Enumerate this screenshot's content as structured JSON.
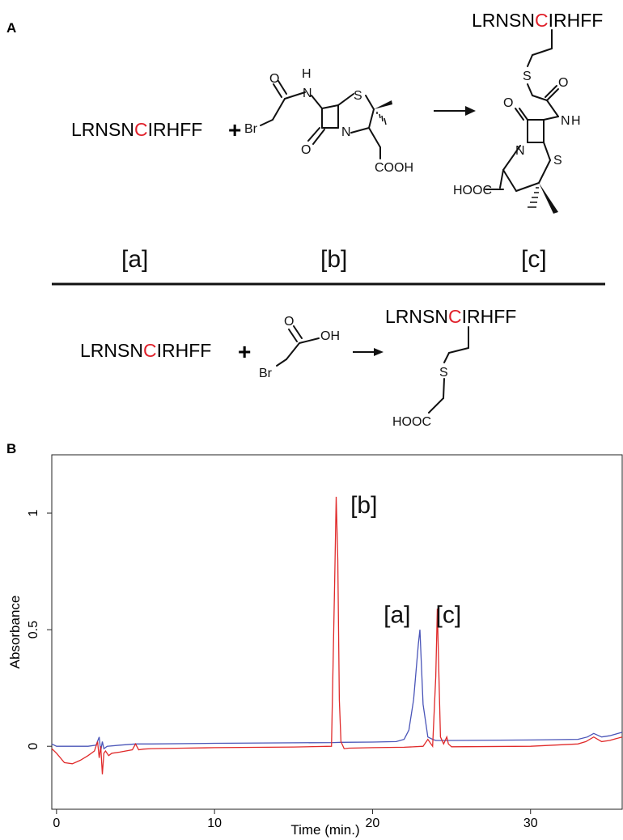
{
  "panel_a": {
    "label": "A",
    "peptide": {
      "before": "LRNSN",
      "cys": "C",
      "after": "IRHFF"
    },
    "plus": "+",
    "atoms": {
      "O": "O",
      "H": "H",
      "N": "N",
      "S": "S",
      "Br": "Br",
      "OH": "OH",
      "COOH": "COOH",
      "HOOC": "HOOC"
    },
    "tags": {
      "a": "[a]",
      "b": "[b]",
      "c": "[c]"
    },
    "colors": {
      "cys": "#e0202a",
      "ink": "#111111"
    }
  },
  "panel_b": {
    "label": "B"
  },
  "chart_data": {
    "type": "line",
    "xlabel": "Time (min.)",
    "ylabel": "Absorbance",
    "xlim": [
      -0.3,
      35.8
    ],
    "ylim": [
      -0.27,
      1.25
    ],
    "xticks": [
      0,
      10,
      20,
      30
    ],
    "yticks": [
      0,
      0.5,
      1
    ],
    "ytick_labels": [
      "0",
      "0.5",
      "1"
    ],
    "grid": false,
    "annotations": [
      {
        "text": "[b]",
        "x": 18.6,
        "y": 1.0
      },
      {
        "text": "[a]",
        "x": 20.7,
        "y": 0.53
      },
      {
        "text": "[c]",
        "x": 24.0,
        "y": 0.53
      }
    ],
    "series": [
      {
        "color": "#4a55b8",
        "x": [
          -0.3,
          0,
          1,
          2,
          2.5,
          2.7,
          2.8,
          2.9,
          3.0,
          3.2,
          4,
          5,
          5.2,
          6,
          10,
          15,
          17.5,
          18,
          20,
          21.5,
          22,
          22.3,
          22.6,
          22.9,
          23.0,
          23.2,
          23.5,
          23.8,
          24,
          25,
          30,
          33,
          33.6,
          34,
          34.5,
          35,
          35.8
        ],
        "y": [
          0.01,
          0.0,
          0.0,
          0.0,
          0.005,
          0.04,
          -0.02,
          0.02,
          -0.01,
          0.0,
          0.005,
          0.01,
          0.01,
          0.01,
          0.013,
          0.015,
          0.016,
          0.017,
          0.018,
          0.02,
          0.03,
          0.07,
          0.2,
          0.44,
          0.5,
          0.18,
          0.04,
          0.03,
          0.025,
          0.025,
          0.027,
          0.03,
          0.04,
          0.055,
          0.04,
          0.045,
          0.06
        ]
      },
      {
        "color": "#e02a2a",
        "x": [
          -0.3,
          0,
          0.5,
          1,
          1.5,
          2,
          2.4,
          2.6,
          2.7,
          2.8,
          2.9,
          3.0,
          3.1,
          3.3,
          3.5,
          4,
          4.8,
          5.0,
          5.2,
          5.5,
          6,
          8,
          10,
          15,
          17.4,
          17.6,
          17.7,
          17.8,
          17.9,
          18.0,
          18.2,
          18.5,
          20,
          22,
          23.2,
          23.5,
          23.8,
          24.0,
          24.1,
          24.2,
          24.3,
          24.5,
          24.7,
          24.8,
          25,
          30,
          33,
          33.5,
          34,
          34.5,
          35,
          35.8
        ],
        "y": [
          -0.01,
          -0.03,
          -0.07,
          -0.075,
          -0.06,
          -0.04,
          -0.02,
          0.02,
          -0.05,
          0.0,
          -0.12,
          -0.03,
          -0.02,
          -0.04,
          -0.03,
          -0.025,
          -0.015,
          0.01,
          -0.015,
          -0.012,
          -0.01,
          -0.008,
          -0.006,
          -0.003,
          0.0,
          0.7,
          1.07,
          0.8,
          0.2,
          0.02,
          -0.01,
          -0.008,
          -0.006,
          -0.004,
          0.0,
          0.03,
          0.0,
          0.3,
          0.59,
          0.3,
          0.04,
          0.01,
          0.04,
          0.01,
          -0.002,
          0.0,
          0.01,
          0.02,
          0.04,
          0.02,
          0.025,
          0.04
        ]
      }
    ]
  }
}
